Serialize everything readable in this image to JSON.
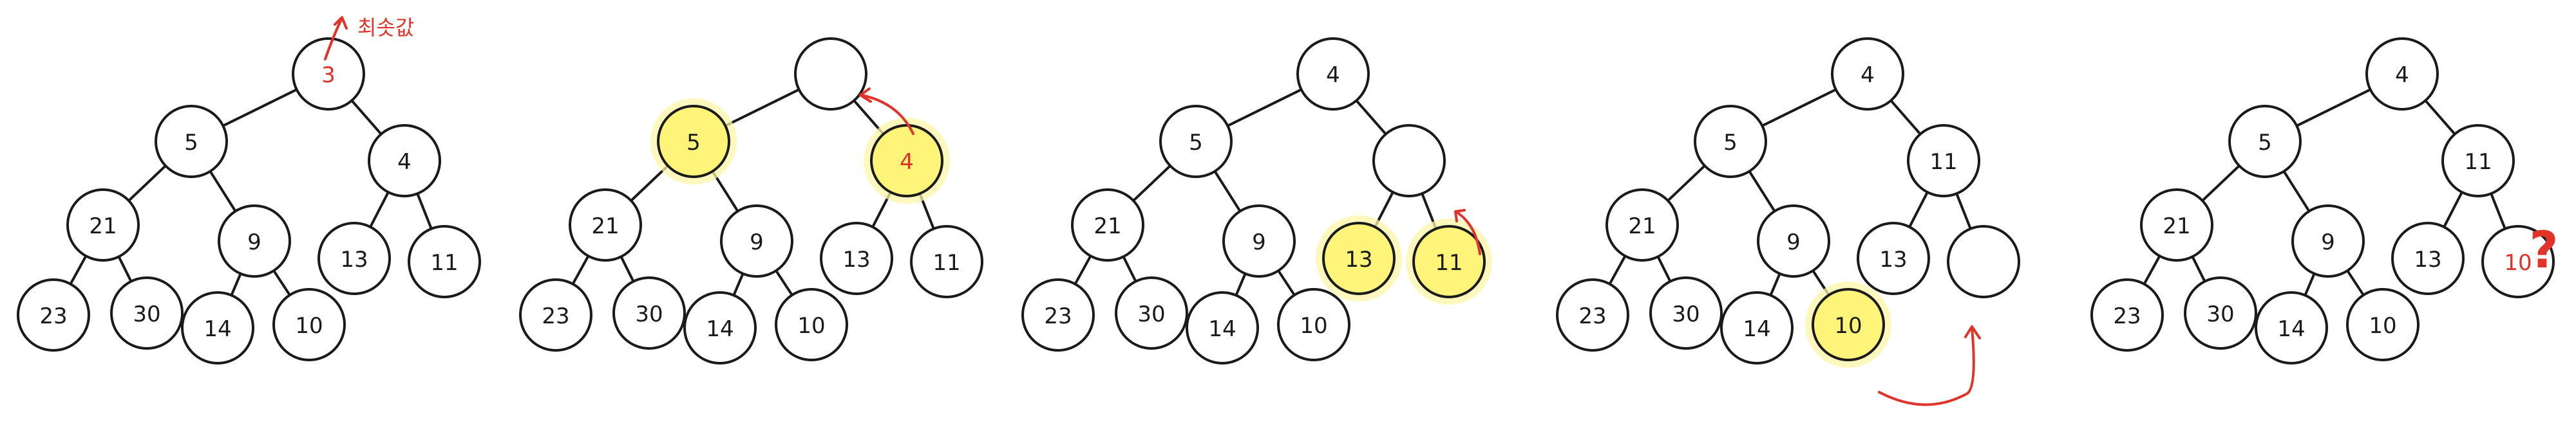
{
  "colors": {
    "ink": "#1a1a1a",
    "accent_red": "#e0342b",
    "highlight_yellow": "#fff47a"
  },
  "annotations": {
    "min_label": "최솟값",
    "question_mark": "?"
  },
  "panels": [
    {
      "id": "p1",
      "nodes": [
        {
          "id": "root",
          "label": "3",
          "red": true
        },
        {
          "id": "l",
          "label": "5"
        },
        {
          "id": "r",
          "label": "4"
        },
        {
          "id": "ll",
          "label": "21"
        },
        {
          "id": "lr",
          "label": "9"
        },
        {
          "id": "rl",
          "label": "13"
        },
        {
          "id": "rr",
          "label": "11"
        },
        {
          "id": "lll",
          "label": "23"
        },
        {
          "id": "llr",
          "label": "30"
        },
        {
          "id": "lrl",
          "label": "14"
        },
        {
          "id": "lrr",
          "label": "10"
        }
      ]
    },
    {
      "id": "p2",
      "nodes": [
        {
          "id": "root",
          "label": ""
        },
        {
          "id": "l",
          "label": "5",
          "highlight": true
        },
        {
          "id": "r",
          "label": "4",
          "highlight": true,
          "red": true
        },
        {
          "id": "ll",
          "label": "21"
        },
        {
          "id": "lr",
          "label": "9"
        },
        {
          "id": "rl",
          "label": "13"
        },
        {
          "id": "rr",
          "label": "11"
        },
        {
          "id": "lll",
          "label": "23"
        },
        {
          "id": "llr",
          "label": "30"
        },
        {
          "id": "lrl",
          "label": "14"
        },
        {
          "id": "lrr",
          "label": "10"
        }
      ]
    },
    {
      "id": "p3",
      "nodes": [
        {
          "id": "root",
          "label": "4"
        },
        {
          "id": "l",
          "label": "5"
        },
        {
          "id": "r",
          "label": ""
        },
        {
          "id": "ll",
          "label": "21"
        },
        {
          "id": "lr",
          "label": "9"
        },
        {
          "id": "rl",
          "label": "13",
          "highlight": true
        },
        {
          "id": "rr",
          "label": "11",
          "highlight": true
        },
        {
          "id": "lll",
          "label": "23"
        },
        {
          "id": "llr",
          "label": "30"
        },
        {
          "id": "lrl",
          "label": "14"
        },
        {
          "id": "lrr",
          "label": "10"
        }
      ]
    },
    {
      "id": "p4",
      "nodes": [
        {
          "id": "root",
          "label": "4"
        },
        {
          "id": "l",
          "label": "5"
        },
        {
          "id": "r",
          "label": "11"
        },
        {
          "id": "ll",
          "label": "21"
        },
        {
          "id": "lr",
          "label": "9"
        },
        {
          "id": "rl",
          "label": "13"
        },
        {
          "id": "rr",
          "label": ""
        },
        {
          "id": "lll",
          "label": "23"
        },
        {
          "id": "llr",
          "label": "30"
        },
        {
          "id": "lrl",
          "label": "14"
        },
        {
          "id": "lrr",
          "label": "10",
          "highlight": true
        }
      ]
    },
    {
      "id": "p5",
      "nodes": [
        {
          "id": "root",
          "label": "4"
        },
        {
          "id": "l",
          "label": "5"
        },
        {
          "id": "r",
          "label": "11"
        },
        {
          "id": "ll",
          "label": "21"
        },
        {
          "id": "lr",
          "label": "9"
        },
        {
          "id": "rl",
          "label": "13"
        },
        {
          "id": "rr",
          "label": "10",
          "red": true,
          "red_circle": true
        },
        {
          "id": "lll",
          "label": "23"
        },
        {
          "id": "llr",
          "label": "30"
        },
        {
          "id": "lrl",
          "label": "14"
        },
        {
          "id": "lrr",
          "label": "10"
        }
      ]
    }
  ]
}
